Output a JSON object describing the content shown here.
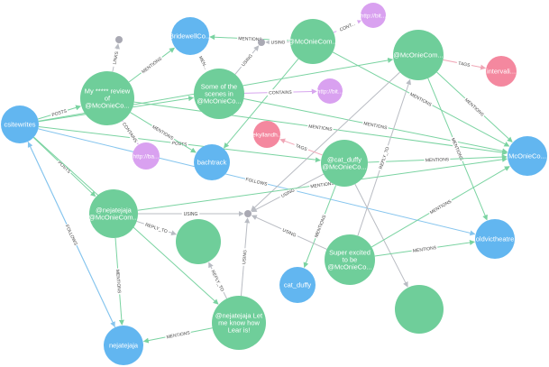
{
  "colors": {
    "user": "#62b6f0",
    "tweet": "#6fce9a",
    "link": "#d9a1f0",
    "hashtag": "#f4889f",
    "dot": "#a9a9b3",
    "edge_green": "#7ad3a1",
    "edge_blue": "#86c5ee",
    "edge_grey": "#b9bcc3",
    "edge_pink": "#f0a6b6",
    "edge_purple": "#d7a6ee"
  },
  "nodes": [
    {
      "id": "csitewrites",
      "lines": [
        "csitewrites"
      ],
      "kind": "user"
    },
    {
      "id": "bridewell",
      "lines": [
        "BridewellCo..."
      ],
      "kind": "user"
    },
    {
      "id": "mcoca",
      "lines": [
        "@McOnieCom..."
      ],
      "kind": "tweet"
    },
    {
      "id": "mcocb",
      "lines": [
        "@McOnieCom..."
      ],
      "kind": "tweet"
    },
    {
      "id": "http1",
      "lines": [
        "http://bit..."
      ],
      "kind": "link"
    },
    {
      "id": "review",
      "lines": [
        "My ***** review",
        "of",
        "@McOnieCo..."
      ],
      "kind": "tweet"
    },
    {
      "id": "scenes",
      "lines": [
        "Some of the",
        "scenes in",
        "@McOnieCo..."
      ],
      "kind": "tweet"
    },
    {
      "id": "http2",
      "lines": [
        "http://bit..."
      ],
      "kind": "link"
    },
    {
      "id": "intervals",
      "lines": [
        "intervali..."
      ],
      "kind": "hashtag"
    },
    {
      "id": "mconieco",
      "lines": [
        "McOnieCo..."
      ],
      "kind": "user"
    },
    {
      "id": "jekyll",
      "lines": [
        "jekyllandh..."
      ],
      "kind": "hashtag"
    },
    {
      "id": "httpba",
      "lines": [
        "http://ba..."
      ],
      "kind": "link"
    },
    {
      "id": "bachtrack",
      "lines": [
        "bachtrack"
      ],
      "kind": "user"
    },
    {
      "id": "catduffy_tweet",
      "lines": [
        "@cat_duffy",
        "@McOnieCo..."
      ],
      "kind": "tweet"
    },
    {
      "id": "nejatweet",
      "lines": [
        "@nejatejaja",
        "@McOnieCom..."
      ],
      "kind": "tweet"
    },
    {
      "id": "blank1",
      "lines": [
        ""
      ],
      "kind": "tweet"
    },
    {
      "id": "oldvic",
      "lines": [
        "oldvictheatre"
      ],
      "kind": "user"
    },
    {
      "id": "super",
      "lines": [
        "Super excited",
        "to be",
        "@McOnieCo..."
      ],
      "kind": "tweet"
    },
    {
      "id": "catduffy",
      "lines": [
        "cat_duffy"
      ],
      "kind": "user"
    },
    {
      "id": "blank2",
      "lines": [
        ""
      ],
      "kind": "tweet"
    },
    {
      "id": "nejalear",
      "lines": [
        "@nejatejaja Let",
        "me know how",
        "Lear is!"
      ],
      "kind": "tweet"
    },
    {
      "id": "nejatejaja",
      "lines": [
        "nejatejaja"
      ],
      "kind": "user"
    },
    {
      "id": "dot1",
      "lines": [
        ""
      ],
      "kind": "dot"
    },
    {
      "id": "dot2",
      "lines": [
        ""
      ],
      "kind": "dot"
    },
    {
      "id": "dot3",
      "lines": [
        ""
      ],
      "kind": "dot"
    }
  ],
  "edges": [
    {
      "from": "csitewrites",
      "to": "review",
      "label": "POSTS",
      "color": "green"
    },
    {
      "from": "csitewrites",
      "to": "scenes",
      "label": "POSTS",
      "color": "green"
    },
    {
      "from": "csitewrites",
      "to": "catduffy_tweet",
      "label": "POSTS",
      "color": "green"
    },
    {
      "from": "csitewrites",
      "to": "nejatweet",
      "label": "POSTS",
      "color": "green"
    },
    {
      "from": "csitewrites",
      "to": "nejalear",
      "label": "POSTS",
      "color": "green"
    },
    {
      "from": "csitewrites",
      "to": "mcocb",
      "label": "POSTS",
      "color": "green"
    },
    {
      "from": "csitewrites",
      "to": "nejatejaja",
      "label": "FOLLOWS",
      "color": "blue"
    },
    {
      "from": "nejatejaja",
      "to": "csitewrites",
      "label": "FOLLOWS",
      "color": "blue"
    },
    {
      "from": "csitewrites",
      "to": "oldvic",
      "label": "FOLLOWS",
      "color": "blue"
    },
    {
      "from": "review",
      "to": "dot1",
      "label": "LINKS",
      "color": "grey"
    },
    {
      "from": "review",
      "to": "bridewell",
      "label": "MENTIONS",
      "color": "green"
    },
    {
      "from": "review",
      "to": "httpba",
      "label": "CONTAINS",
      "color": "purple"
    },
    {
      "from": "review",
      "to": "mconieco",
      "label": "MENTIONS",
      "color": "green"
    },
    {
      "from": "review",
      "to": "bachtrack",
      "label": "MENTIONS",
      "color": "green"
    },
    {
      "from": "mcoca",
      "to": "bridewell",
      "label": "MENTIONS",
      "color": "green"
    },
    {
      "from": "mcoca",
      "to": "http1",
      "label": "CONT...",
      "color": "purple"
    },
    {
      "from": "mcoca",
      "to": "dot2",
      "label": "USING",
      "color": "grey"
    },
    {
      "from": "mcoca",
      "to": "mconieco",
      "label": "MENTIONS",
      "color": "green"
    },
    {
      "from": "mcoca",
      "to": "bachtrack",
      "label": "",
      "color": "green"
    },
    {
      "from": "scenes",
      "to": "bridewell",
      "label": "MEN...",
      "color": "green"
    },
    {
      "from": "scenes",
      "to": "dot2",
      "label": "USING",
      "color": "grey"
    },
    {
      "from": "scenes",
      "to": "http2",
      "label": "CONTAINS",
      "color": "purple"
    },
    {
      "from": "scenes",
      "to": "mconieco",
      "label": "MENTIONS",
      "color": "green"
    },
    {
      "from": "mcocb",
      "to": "intervals",
      "label": "TAGS",
      "color": "pink"
    },
    {
      "from": "mcocb",
      "to": "mconieco",
      "label": "MENTIONS",
      "color": "green"
    },
    {
      "from": "mcocb",
      "to": "oldvic",
      "label": "MENTIONS",
      "color": "green"
    },
    {
      "from": "mcocb",
      "to": "dot3",
      "label": "",
      "color": "grey"
    },
    {
      "from": "catduffy_tweet",
      "to": "jekyll",
      "label": "TAGS",
      "color": "pink"
    },
    {
      "from": "catduffy_tweet",
      "to": "mconieco",
      "label": "MENTIONS",
      "color": "green"
    },
    {
      "from": "catduffy_tweet",
      "to": "dot3",
      "label": "USING",
      "color": "grey"
    },
    {
      "from": "catduffy_tweet",
      "to": "catduffy",
      "label": "MENTIONS",
      "color": "green"
    },
    {
      "from": "catduffy_tweet",
      "to": "blank2",
      "label": "",
      "color": "grey"
    },
    {
      "from": "super",
      "to": "mcocb",
      "label": "REPLY_TO",
      "color": "grey"
    },
    {
      "from": "super",
      "to": "oldvic",
      "label": "MENTIONS",
      "color": "green"
    },
    {
      "from": "super",
      "to": "mconieco",
      "label": "MENTIONS",
      "color": "green"
    },
    {
      "from": "super",
      "to": "dot3",
      "label": "USING",
      "color": "grey"
    },
    {
      "from": "nejatweet",
      "to": "mconieco",
      "label": "MENTIONS",
      "color": "green"
    },
    {
      "from": "nejatweet",
      "to": "dot3",
      "label": "USING",
      "color": "grey"
    },
    {
      "from": "nejatweet",
      "to": "blank1",
      "label": "REPLY_TO",
      "color": "grey"
    },
    {
      "from": "nejatweet",
      "to": "nejatejaja",
      "label": "MENTIONS",
      "color": "green"
    },
    {
      "from": "nejalear",
      "to": "blank1",
      "label": "REPLY_TO",
      "color": "grey"
    },
    {
      "from": "nejalear",
      "to": "dot3",
      "label": "USING",
      "color": "grey"
    },
    {
      "from": "nejalear",
      "to": "nejatejaja",
      "label": "MENTIONS",
      "color": "green"
    }
  ]
}
